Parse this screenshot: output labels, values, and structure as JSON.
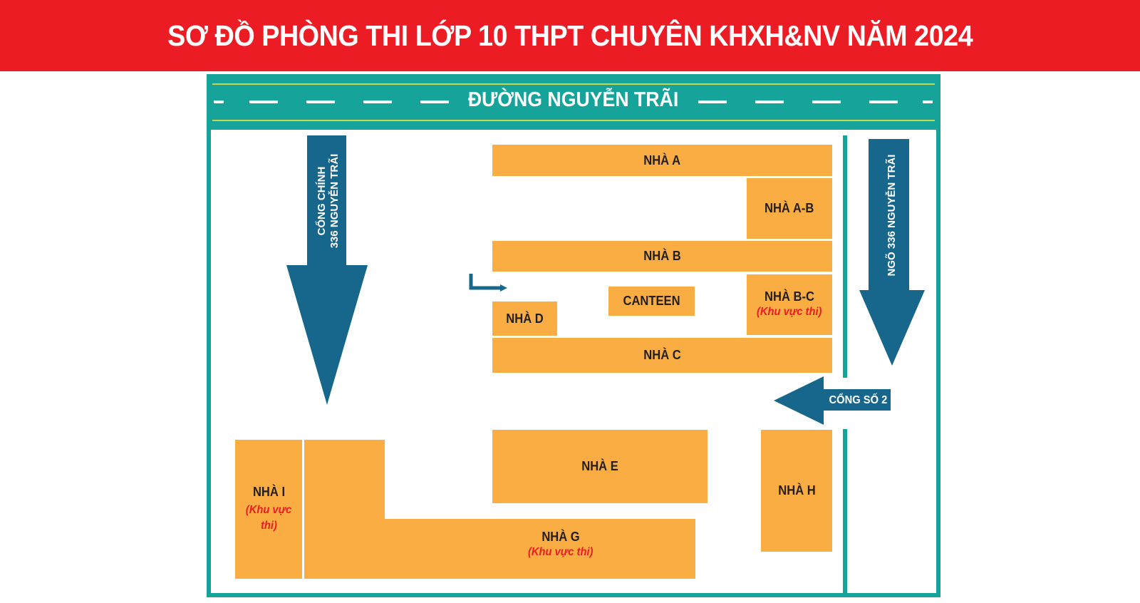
{
  "header": {
    "title": "SƠ ĐỒ PHÒNG THI LỚP 10 THPT CHUYÊN KHXH&NV NĂM 2024"
  },
  "road": {
    "name": "ĐƯỜNG NGUYỄN TRÃI"
  },
  "gates": {
    "main": {
      "line1": "CỔNG CHÍNH",
      "line2": "336 NGUYỄN TRÃI",
      "icon": "arrow-down-icon"
    },
    "alley": {
      "label": "NGÕ 336 NGUYỄN TRÃI",
      "icon": "arrow-down-icon"
    },
    "gate2": {
      "label": "CỔNG SỐ 2",
      "icon": "arrow-left-icon"
    }
  },
  "buildings": {
    "a": {
      "label": "NHÀ A"
    },
    "ab": {
      "label": "NHÀ A-B"
    },
    "b": {
      "label": "NHÀ B"
    },
    "bc": {
      "label": "NHÀ B-C",
      "note": "(Khu vực thi)"
    },
    "canteen": {
      "label": "CANTEEN"
    },
    "d": {
      "label": "NHÀ D"
    },
    "c": {
      "label": "NHÀ C"
    },
    "e": {
      "label": "NHÀ E"
    },
    "h": {
      "label": "NHÀ H"
    },
    "i": {
      "label": "NHÀ I",
      "note1": "(Khu vực",
      "note2": "thi)"
    },
    "g": {
      "label": "NHÀ G",
      "note": "(Khu vực thi)"
    }
  },
  "colors": {
    "header_bg": "#ec1c24",
    "road_teal": "#16a39a",
    "building_orange": "#f9ad42",
    "arrow_blue": "#17668b",
    "exam_area_red": "#ec1c24"
  }
}
